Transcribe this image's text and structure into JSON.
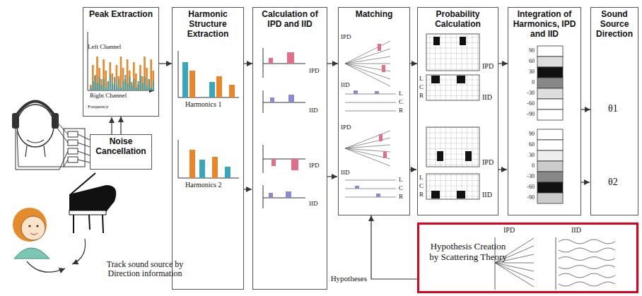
{
  "diagram": {
    "nodes": [
      {
        "text": [
          "Peak Extraction"
        ]
      },
      {
        "text": [
          "Noise Cancellation"
        ]
      },
      {
        "text": [
          "Harmonic Structure Extraction"
        ]
      },
      {
        "text": [
          "Calculation of IPD and IID"
        ]
      },
      {
        "text": [
          "Matching"
        ]
      },
      {
        "text": [
          "Probability Calculation"
        ]
      },
      {
        "text": [
          "Integration of Harmonics, IPD and IID"
        ]
      },
      {
        "text": [
          "Sound Source Direction"
        ]
      },
      {
        "text": [
          "Hypothesis Creation by Scattering Theory"
        ]
      }
    ],
    "edges": [
      {
        "from": 1,
        "to": 0,
        "arrow": "to"
      },
      {
        "from": 0,
        "to": 2,
        "arrow": "to"
      },
      {
        "from": 2,
        "to": 3,
        "arrow": "to"
      },
      {
        "from": 3,
        "to": 4,
        "arrow": "to"
      },
      {
        "from": 4,
        "to": 5,
        "arrow": "to"
      },
      {
        "from": 5,
        "to": 6,
        "arrow": "to"
      },
      {
        "from": 6,
        "to": 7,
        "arrow": "to"
      },
      {
        "from": 8,
        "to": 4,
        "label": "Hypotheses",
        "arrow": "to"
      }
    ],
    "labels": [
      "Left Channel",
      "Right Channel",
      "Frequency",
      "Harmonics 1",
      "Harmonics 2",
      "IPD",
      "IID",
      "IPD",
      "IID",
      "IPD",
      "IID",
      "L",
      "C",
      "R",
      "IPD",
      "IID",
      "L",
      "C",
      "R",
      "IPD",
      "L",
      "C",
      "R",
      "IID",
      "IPD",
      "L",
      "C",
      "R",
      "IID",
      "90",
      "60",
      "30",
      "0",
      "-30",
      "-60",
      "-90",
      "90",
      "60",
      "30",
      "0",
      "-30",
      "-60",
      "-90",
      "θ1",
      "θ2",
      "IPD",
      "IID",
      "Track sound source by Direction information"
    ]
  }
}
